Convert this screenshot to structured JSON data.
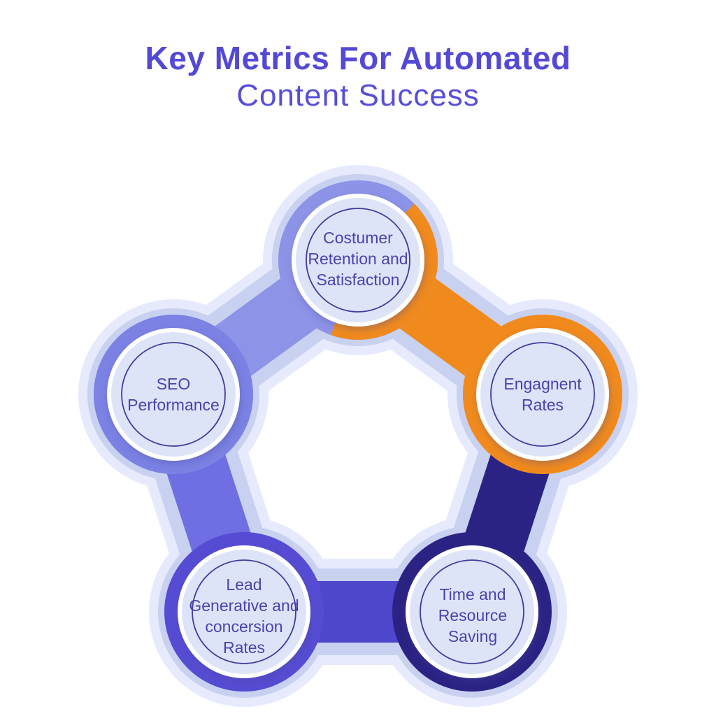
{
  "title": {
    "line1": "Key Metrics For Automated",
    "line2": "Content Success",
    "color": "#5349d6"
  },
  "diagram": {
    "type": "cycle",
    "nodes": [
      {
        "id": "customer-retention",
        "label": "Costumer\nRetention and\nSatisfaction",
        "ring_color": "#8d93e7",
        "ring_accent": "#f18a1c"
      },
      {
        "id": "engagement-rates",
        "label": "Engagnent\nRates",
        "ring_color": "#f18a1c"
      },
      {
        "id": "time-resource-saving",
        "label": "Time and\nResource\nSaving",
        "ring_color": "#2b2384"
      },
      {
        "id": "lead-generation-conversion",
        "label": "Lead\nGenerative and\nconcersion\nRates",
        "ring_color": "#564cd3"
      },
      {
        "id": "seo-performance",
        "label": "SEO\nPerformance",
        "ring_color": "#7b82e4"
      }
    ],
    "segments": [
      {
        "from": "seo-performance",
        "to": "customer-retention",
        "color": "#8d93e7"
      },
      {
        "from": "customer-retention",
        "to": "engagement-rates",
        "color": "#f18a1c"
      },
      {
        "from": "engagement-rates",
        "to": "time-resource-saving",
        "color": "#2b2384"
      },
      {
        "from": "time-resource-saving",
        "to": "lead-generation-conversion",
        "color": "#4e46cb"
      },
      {
        "from": "lead-generation-conversion",
        "to": "seo-performance",
        "color": "#6f6ee2"
      }
    ],
    "palette": {
      "halo": "#c9d1f1",
      "glow": "#e6eafc",
      "node_fill": "#dee4f8",
      "node_border": "#ffffff",
      "inner_ring": "#413b9e",
      "label_text": "#4b42ab",
      "background": "#ffffff"
    }
  }
}
